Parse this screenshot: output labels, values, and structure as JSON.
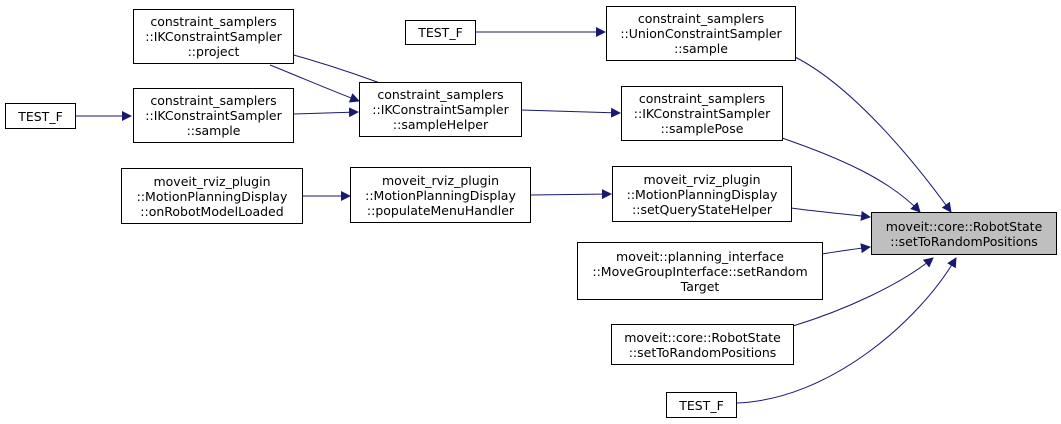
{
  "graph": {
    "colors": {
      "edge": "#191970",
      "node_border": "#000000",
      "node_fill": "#ffffff",
      "target_fill": "#bfbfbf"
    },
    "nodes": {
      "ik_project": {
        "lines": [
          "constraint_samplers",
          "::IKConstraintSampler",
          "::project"
        ]
      },
      "test_f_top": {
        "lines": [
          "TEST_F"
        ]
      },
      "union_sample": {
        "lines": [
          "constraint_samplers",
          "::UnionConstraintSampler",
          "::sample"
        ]
      },
      "test_f_left": {
        "lines": [
          "TEST_F"
        ]
      },
      "ik_sample": {
        "lines": [
          "constraint_samplers",
          "::IKConstraintSampler",
          "::sample"
        ]
      },
      "ik_sample_helper": {
        "lines": [
          "constraint_samplers",
          "::IKConstraintSampler",
          "::sampleHelper"
        ]
      },
      "ik_sample_pose": {
        "lines": [
          "constraint_samplers",
          "::IKConstraintSampler",
          "::samplePose"
        ]
      },
      "mpd_on_robot_model_loaded": {
        "lines": [
          "moveit_rviz_plugin",
          "::MotionPlanningDisplay",
          "::onRobotModelLoaded"
        ]
      },
      "mpd_populate_menu_handler": {
        "lines": [
          "moveit_rviz_plugin",
          "::MotionPlanningDisplay",
          "::populateMenuHandler"
        ]
      },
      "mpd_set_query_state_helper": {
        "lines": [
          "moveit_rviz_plugin",
          "::MotionPlanningDisplay",
          "::setQueryStateHelper"
        ]
      },
      "mgi_set_random_target": {
        "lines": [
          "moveit::planning_interface",
          "::MoveGroupInterface::setRandom",
          "Target"
        ]
      },
      "robot_state_set_random_overload": {
        "lines": [
          "moveit::core::RobotState",
          "::setToRandomPositions"
        ]
      },
      "test_f_bottom": {
        "lines": [
          "TEST_F"
        ]
      },
      "robot_state_set_random_target": {
        "lines": [
          "moveit::core::RobotState",
          "::setToRandomPositions"
        ]
      }
    }
  }
}
